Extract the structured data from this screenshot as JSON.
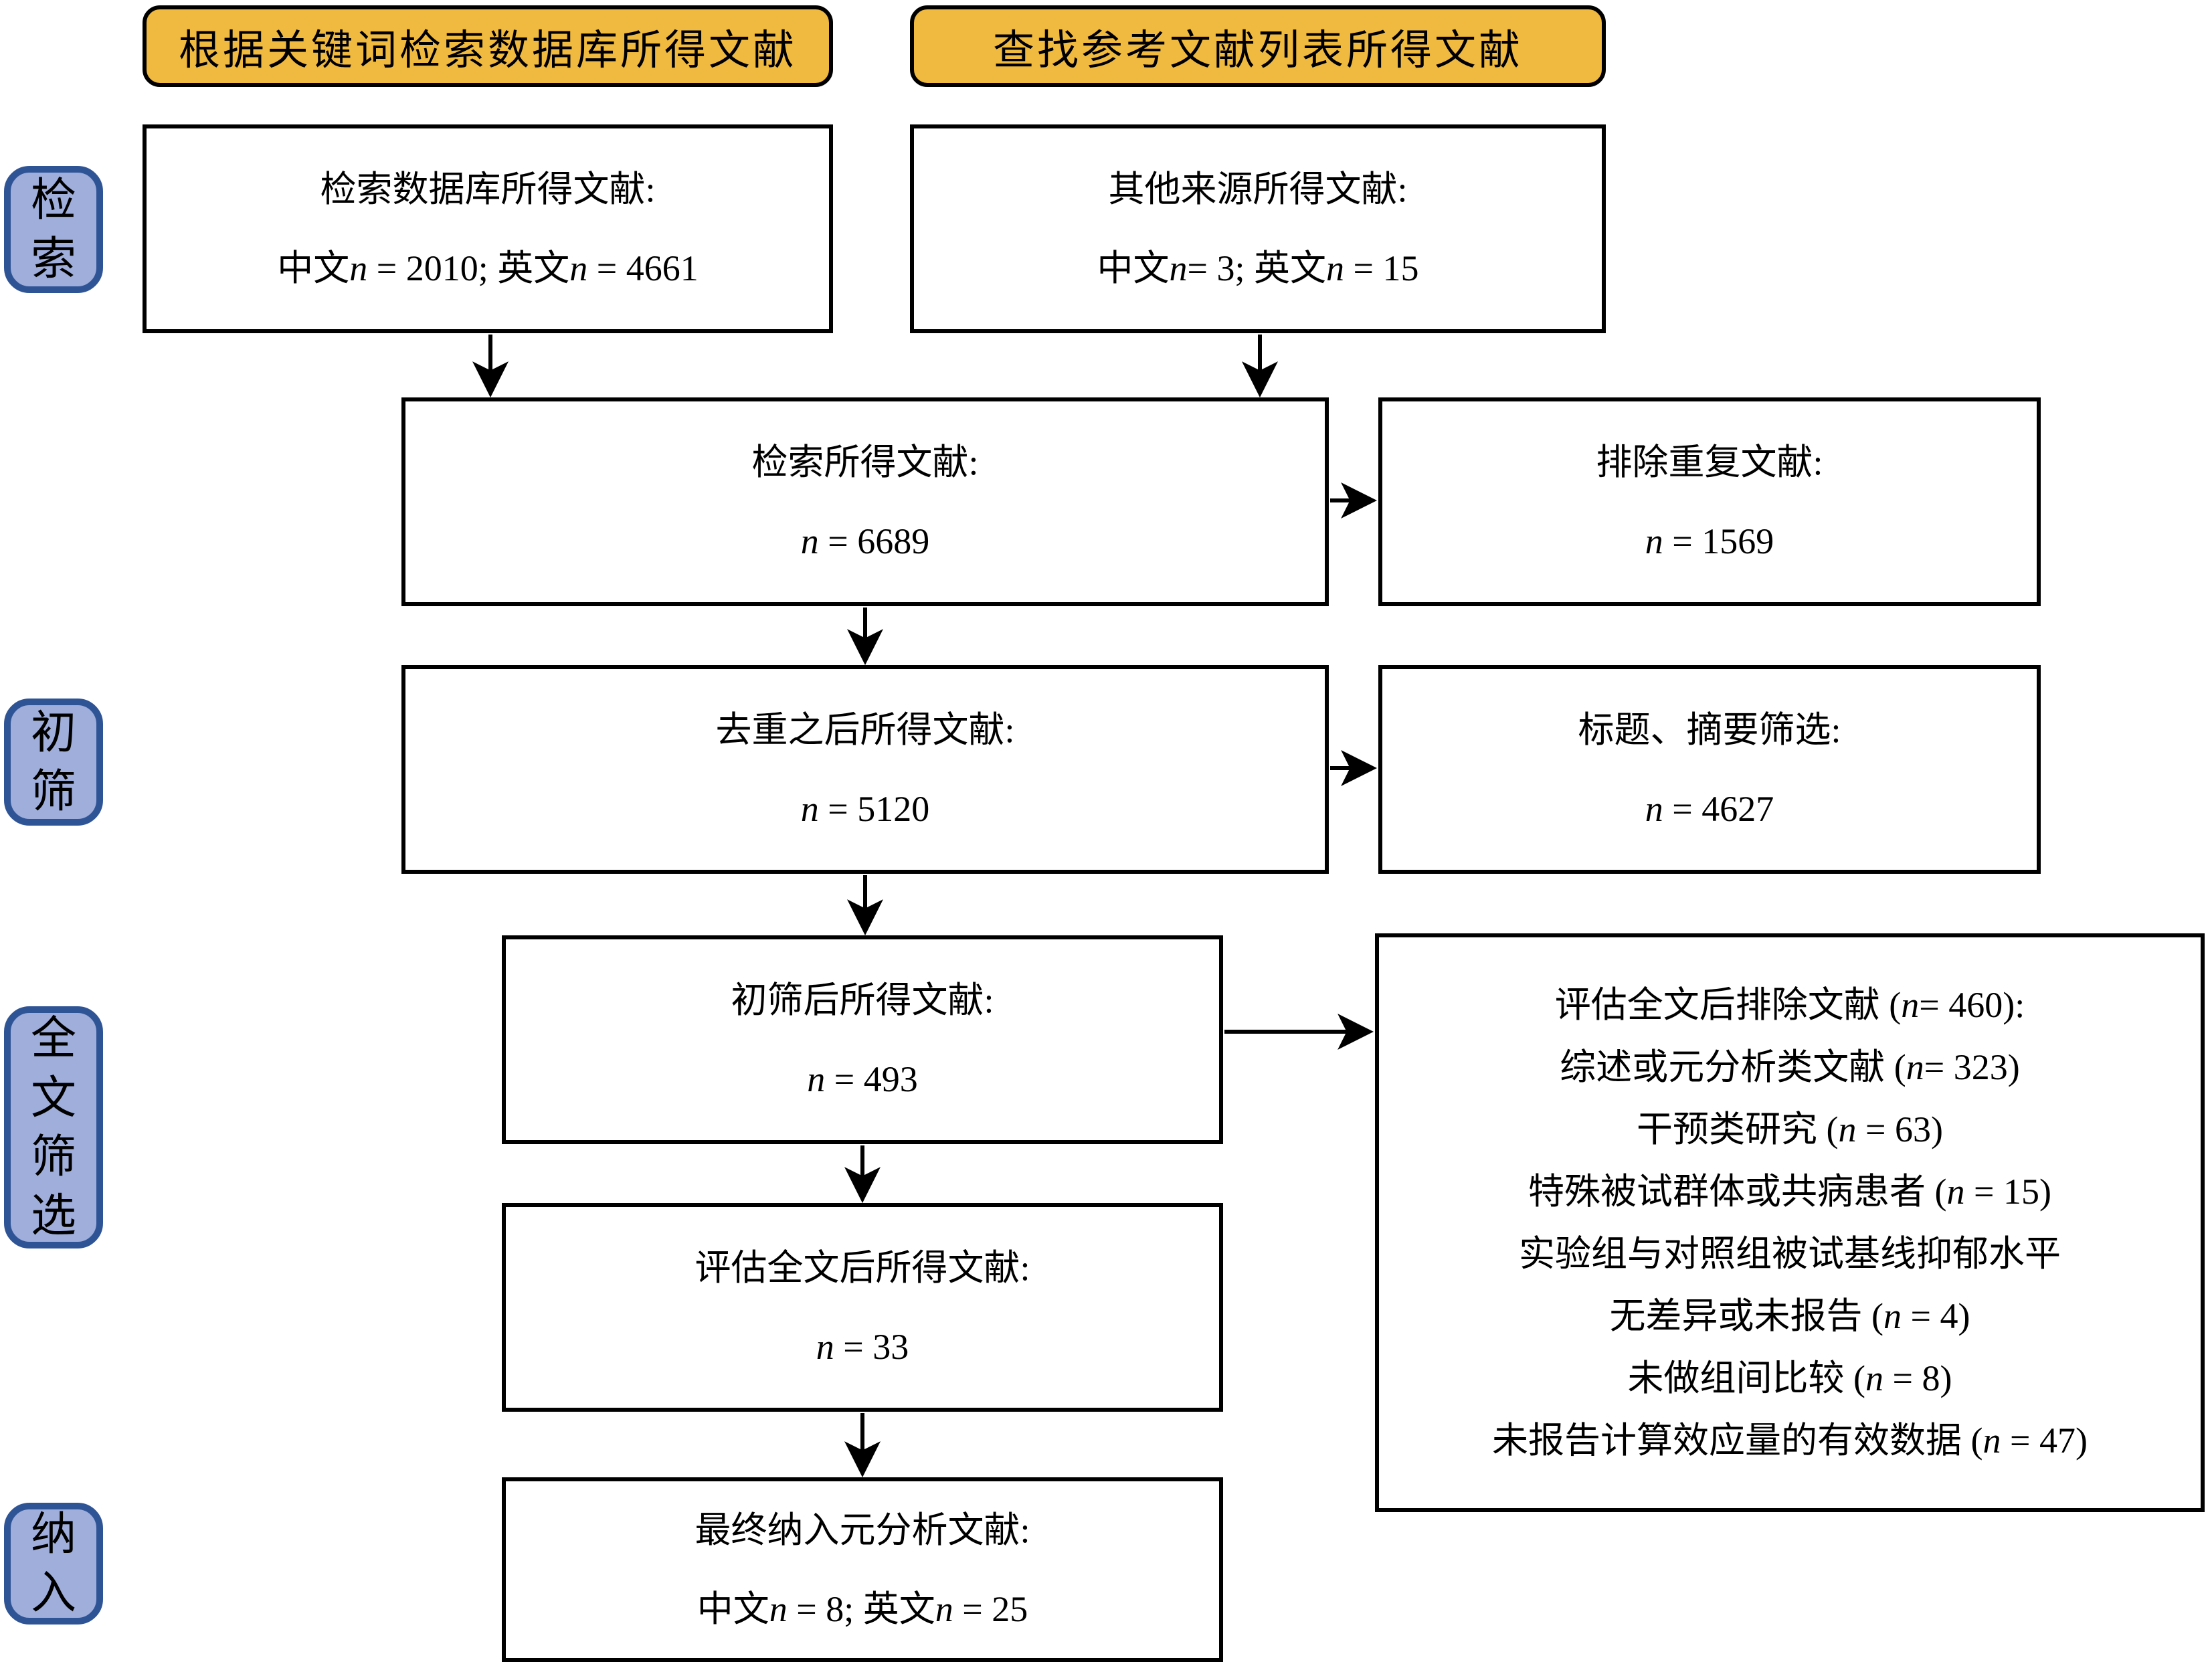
{
  "colors": {
    "header_fill": "#F0B93F",
    "label_fill": "#9FAEDB",
    "label_border": "#2F5496",
    "box_border": "#000000",
    "text_color": "#000000"
  },
  "headers": {
    "keyword_search": "根据关键词检索数据库所得文献",
    "reference_list": "查找参考文献列表所得文献"
  },
  "stage_labels": {
    "search": "检\n索",
    "initial_screening": "初\n筛",
    "full_text_screening": "全\n文\n筛\n选",
    "inclusion": "纳\n入"
  },
  "boxes": {
    "database_records": {
      "line1": "检索数据库所得文献:",
      "line2": "中文n = 2010; 英文n = 4661"
    },
    "other_sources": {
      "line1": "其他来源所得文献:",
      "line2": "中文n= 3; 英文n = 15"
    },
    "records_identified": {
      "line1": "检索所得文献:",
      "line2": "n = 6689"
    },
    "duplicates_removed": {
      "line1": "排除重复文献:",
      "line2": "n = 1569"
    },
    "after_dedup": {
      "line1": "去重之后所得文献:",
      "line2": "n = 5120"
    },
    "title_abstract_screen": {
      "line1": "标题、摘要筛选:",
      "line2": "n = 4627"
    },
    "after_initial_screen": {
      "line1": "初筛后所得文献:",
      "line2": "n = 493"
    },
    "full_text_excluded": {
      "lines": [
        "评估全文后排除文献 (n= 460):",
        "综述或元分析类文献 (n= 323)",
        "干预类研究 (n = 63)",
        "特殊被试群体或共病患者 (n = 15)",
        "实验组与对照组被试基线抑郁水平",
        "无差异或未报告 (n = 4)",
        "未做组间比较 (n = 8)",
        "未报告计算效应量的有效数据 (n = 47)"
      ]
    },
    "after_full_text": {
      "line1": "评估全文后所得文献:",
      "line2": "n = 33"
    },
    "final_included": {
      "line1": "最终纳入元分析文献:",
      "line2": "中文n = 8; 英文n = 25"
    }
  }
}
